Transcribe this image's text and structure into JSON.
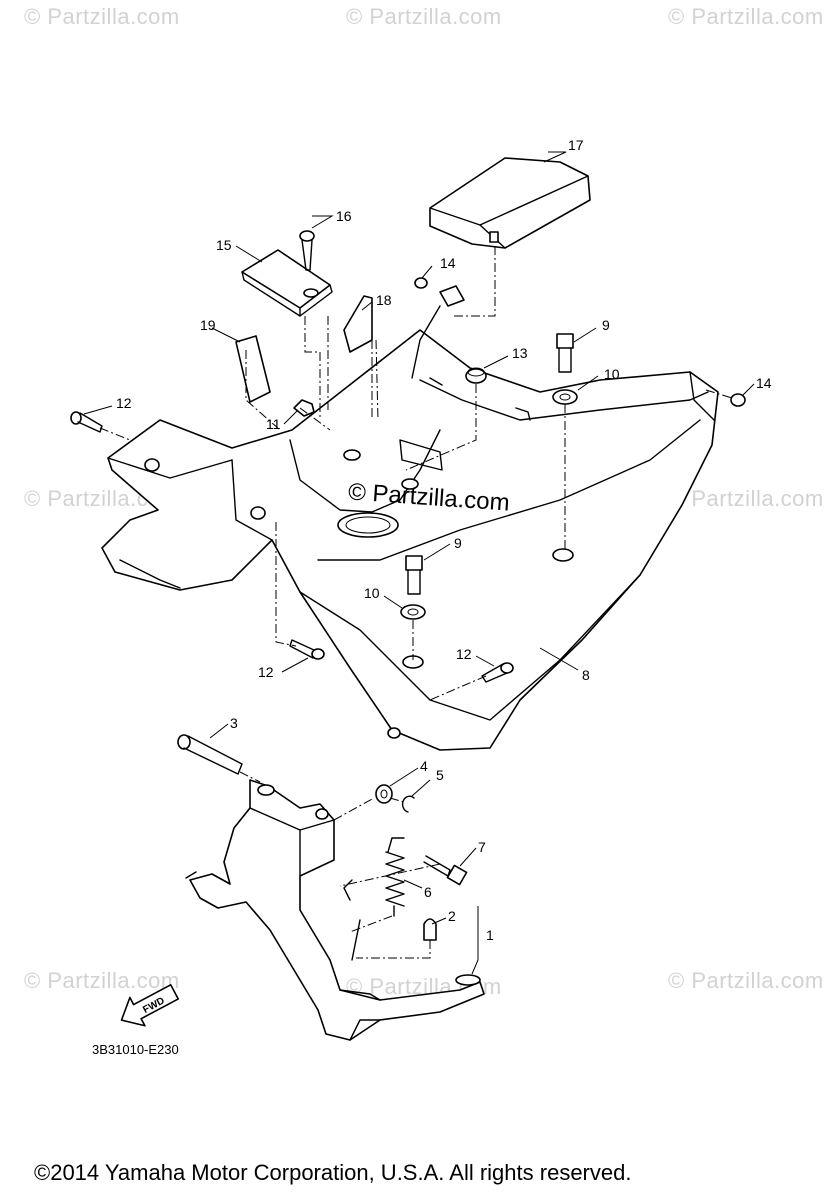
{
  "watermarks": {
    "small": "© Partzilla.com",
    "center": "© Partzilla.com"
  },
  "diagram": {
    "code": "3B31010-E230",
    "fwd_label": "FWD",
    "callouts": [
      "17",
      "16",
      "15",
      "14",
      "18",
      "19",
      "9",
      "13",
      "10",
      "14",
      "12",
      "11",
      "9",
      "10",
      "12",
      "8",
      "12",
      "3",
      "4",
      "5",
      "7",
      "6",
      "2",
      "1"
    ]
  },
  "footer": {
    "copyright": "©2014  Yamaha Motor Corporation, U.S.A. All rights reserved."
  }
}
